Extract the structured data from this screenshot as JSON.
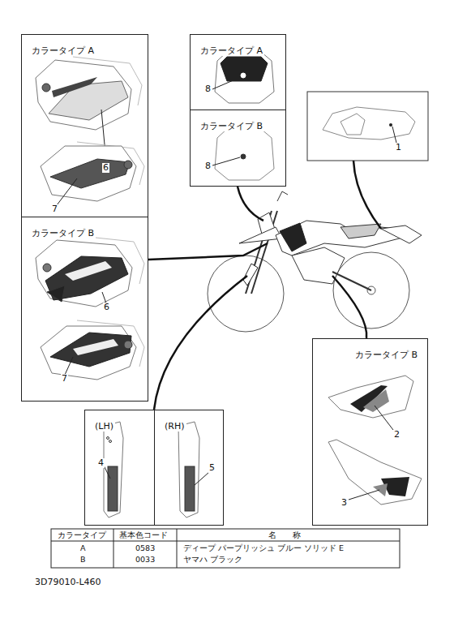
{
  "diagram": {
    "nodes": [
      {
        "text": [
          "カラータイプ A"
        ]
      },
      {
        "text": [
          "カラータイプ B"
        ]
      },
      {
        "text": [
          "カラータイプ A"
        ]
      },
      {
        "text": [
          "カラータイプ B"
        ]
      },
      {
        "text": [
          "カラータイプ B"
        ]
      },
      {
        "text": [
          "(LH)"
        ]
      },
      {
        "text": [
          "(RH)"
        ]
      }
    ],
    "labels": [
      "6",
      "7",
      "6",
      "7",
      "8",
      "8",
      "1",
      "2",
      "3",
      "4",
      "5",
      "カラータイプ",
      "基本色コード",
      "名　　称",
      "A",
      "B",
      "0583",
      "0033",
      "ディープ パープリッシュ ブルー ソリッド E",
      "ヤマハ ブラック",
      "3D79010-L460"
    ]
  }
}
